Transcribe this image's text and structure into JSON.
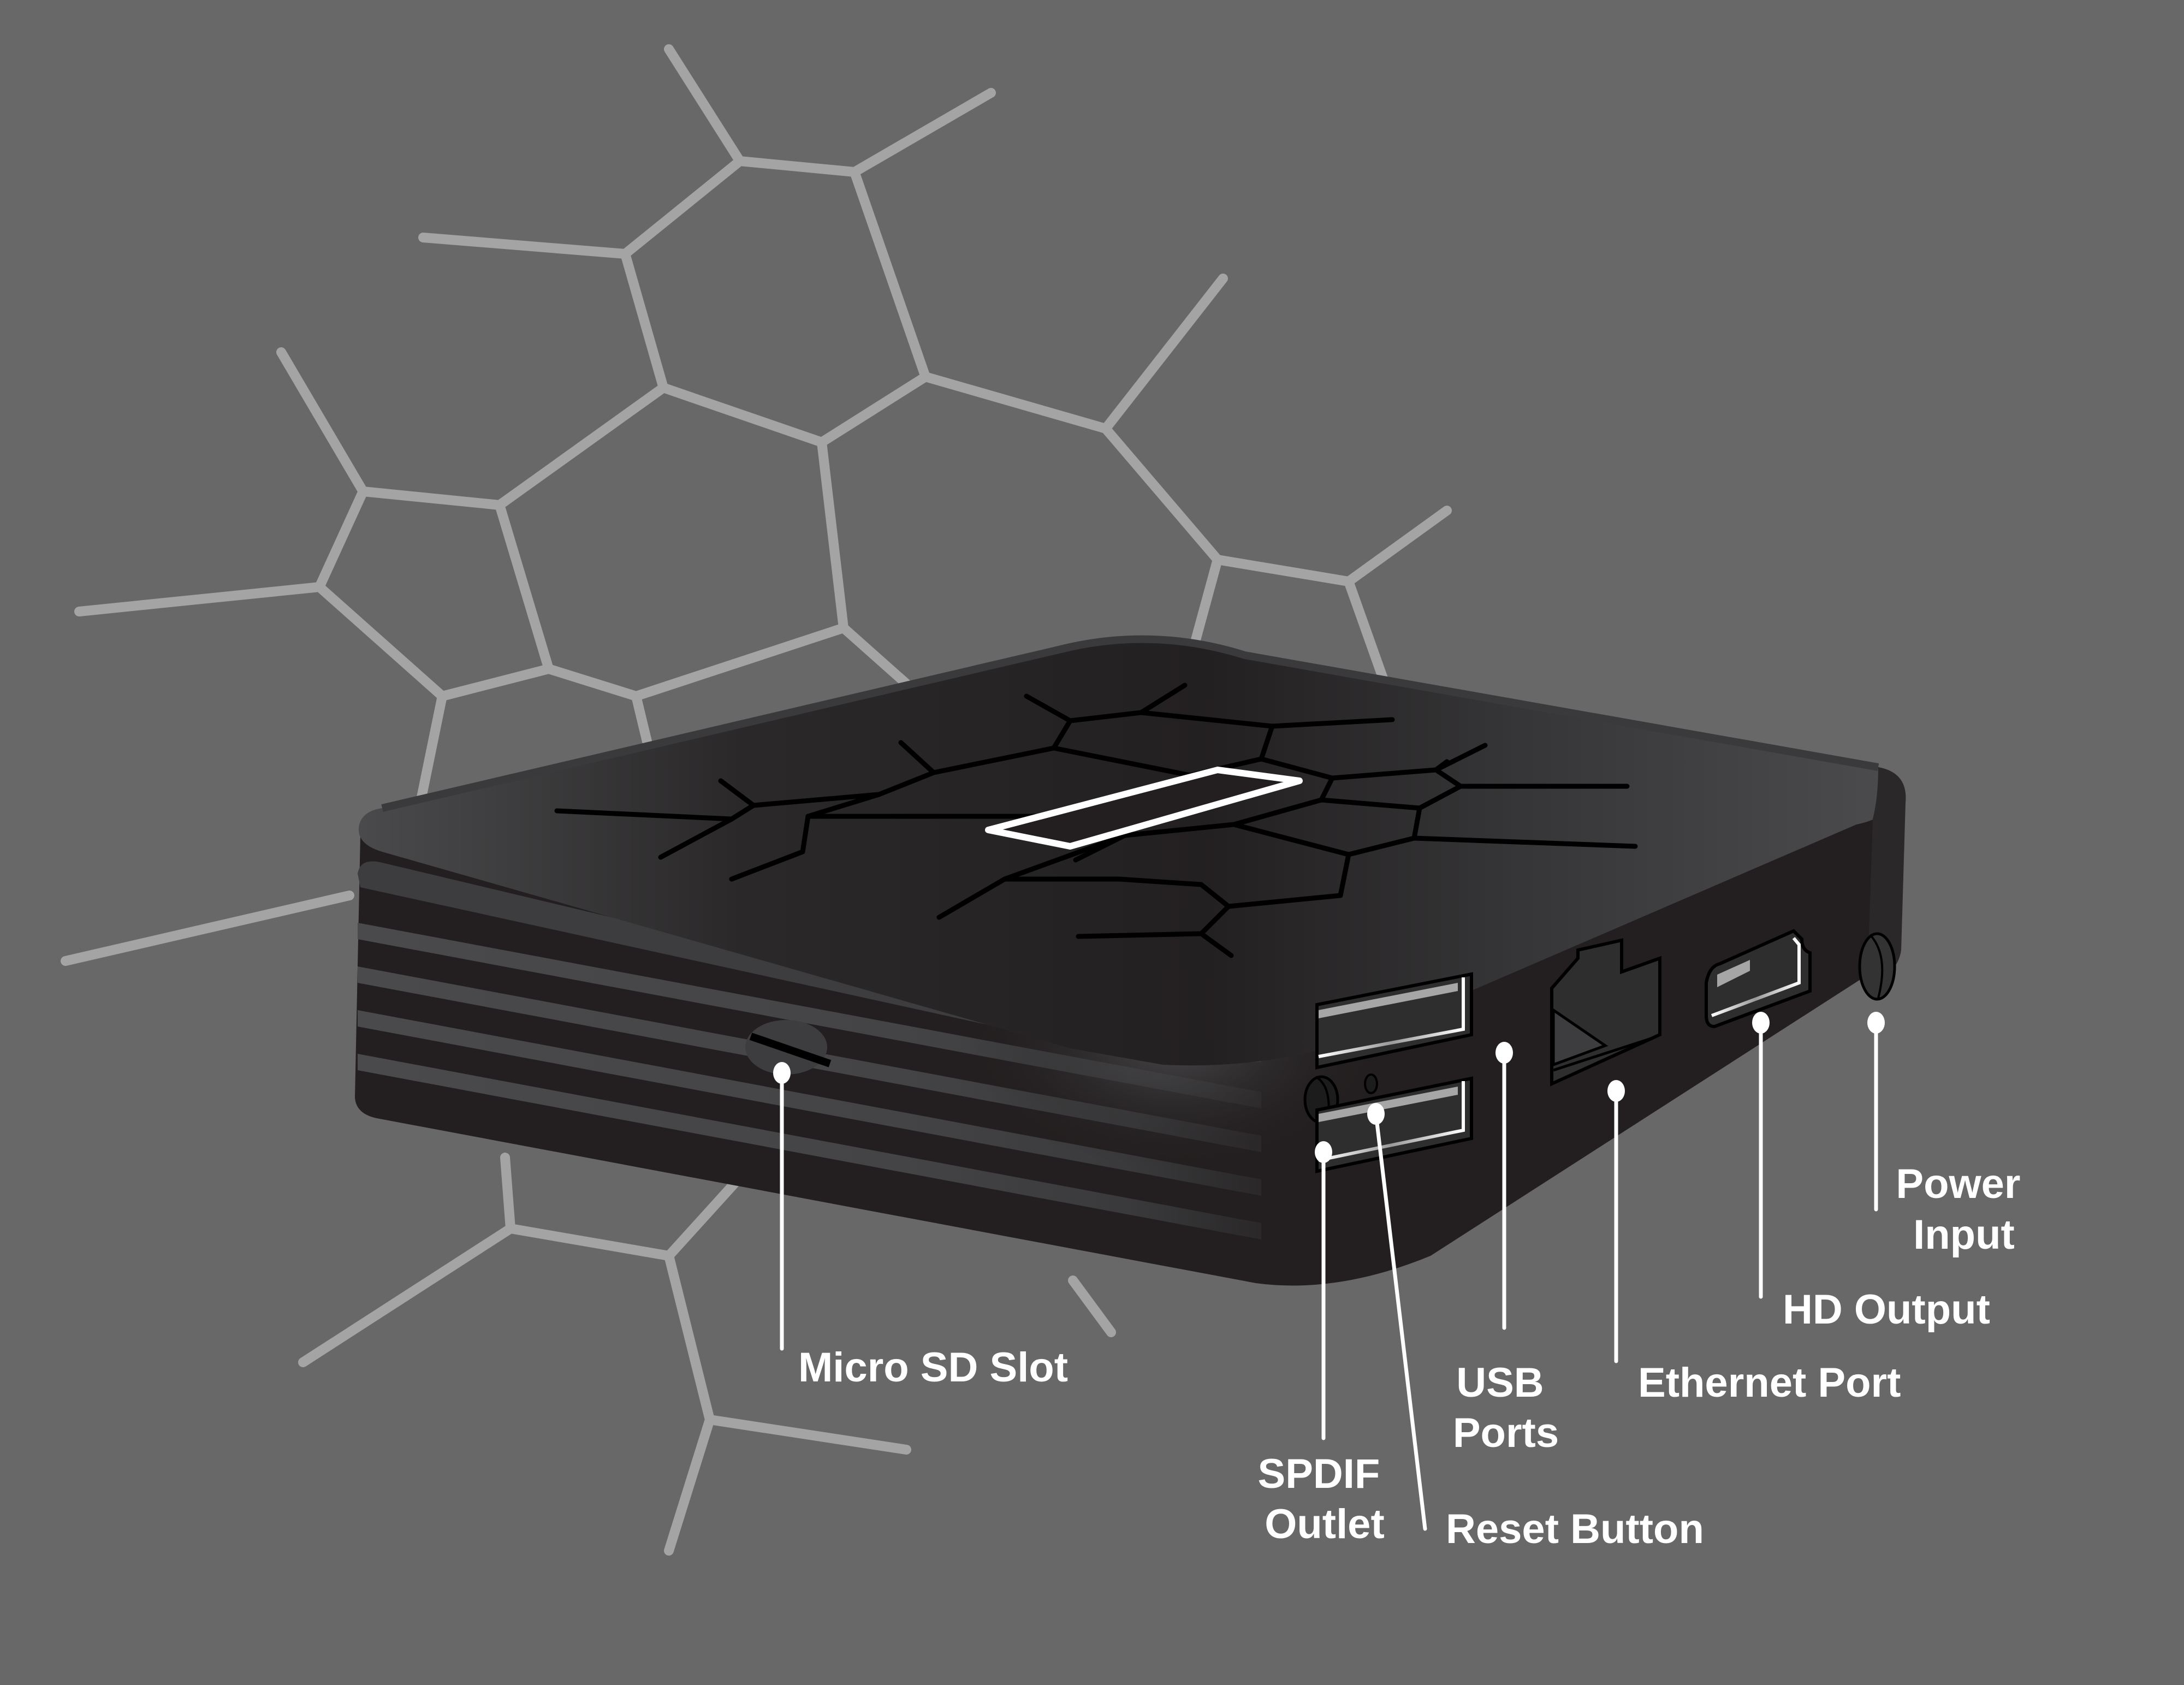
{
  "figure": {
    "subject": "Android TV box port diagram",
    "background_color": "#686868",
    "device_color": "#231f20",
    "accent_color": "#ffffff",
    "pattern_color": "#a4a4a4"
  },
  "callouts": [
    {
      "id": "micro-sd-slot",
      "lines": [
        "Micro SD Slot"
      ]
    },
    {
      "id": "spdif-outlet",
      "lines": [
        "SPDIF",
        "Outlet"
      ]
    },
    {
      "id": "reset-button",
      "lines": [
        "Reset Button"
      ]
    },
    {
      "id": "usb-ports",
      "lines": [
        "USB",
        "Ports"
      ]
    },
    {
      "id": "ethernet-port",
      "lines": [
        "Ethernet Port"
      ]
    },
    {
      "id": "hd-output",
      "lines": [
        "HD Output"
      ]
    },
    {
      "id": "power-input",
      "lines": [
        "Power",
        "Input"
      ]
    }
  ]
}
